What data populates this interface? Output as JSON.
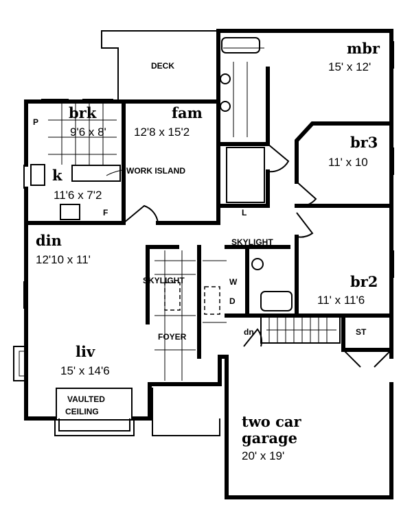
{
  "rooms": {
    "deck": {
      "label": "DECK"
    },
    "mbr": {
      "name": "mbr",
      "size": "15' x 12'"
    },
    "brk": {
      "name": "brk",
      "size": "9'6 x 8'"
    },
    "fam": {
      "name": "fam",
      "size": "12'8 x 15'2"
    },
    "br3": {
      "name": "br3",
      "size": "11' x 10"
    },
    "kitchen": {
      "name": "k",
      "size": "11'6 x 7'2"
    },
    "din": {
      "name": "din",
      "size": "12'10 x 11'"
    },
    "br2": {
      "name": "br2",
      "size": "11' x 11'6"
    },
    "liv": {
      "name": "liv",
      "size": "15' x 14'6"
    },
    "garage": {
      "name_line1": "two car",
      "name_line2": "garage",
      "size": "20' x 19'"
    },
    "storage": {
      "label": "ST"
    },
    "foyer": {
      "label": "FOYER"
    }
  },
  "annotations": {
    "work_island": "WORK ISLAND",
    "skylight_hall": "SKYLIGHT",
    "skylight_foyer": "SKYLIGHT",
    "vaulted_line1": "VAULTED",
    "vaulted_line2": "CEILING",
    "pantry": "P",
    "fridge": "F",
    "linen": "L",
    "washer": "W",
    "dryer": "D",
    "stairs_down": "dn"
  }
}
